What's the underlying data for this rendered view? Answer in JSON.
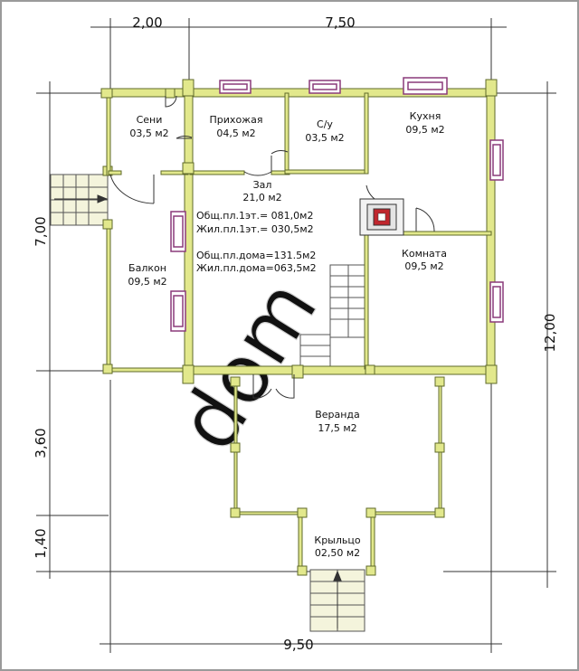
{
  "dimensions": {
    "top_left": "2,00",
    "top_right": "7,50",
    "left_top": "7,00",
    "left_mid": "3,60",
    "left_bottom": "1,40",
    "right": "12,00",
    "bottom": "9,50"
  },
  "rooms": {
    "seni": {
      "name": "Сени",
      "area": "03,5 м2"
    },
    "prihozhaya": {
      "name": "Прихожая",
      "area": "04,5 м2"
    },
    "su": {
      "name": "С/у",
      "area": "03,5 м2"
    },
    "kuhnya": {
      "name": "Кухня",
      "area": "09,5 м2"
    },
    "zal": {
      "name": "Зал",
      "area": "21,0 м2"
    },
    "komnata": {
      "name": "Комната",
      "area": "09,5 м2"
    },
    "balkon": {
      "name": "Балкон",
      "area": "09,5 м2"
    },
    "veranda": {
      "name": "Веранда",
      "area": "17,5 м2"
    },
    "krylco": {
      "name": "Крыльцо",
      "area": "02,50 м2"
    }
  },
  "stats": {
    "floor1_total": "Общ.пл.1эт.= 081,0м2",
    "floor1_living": "Жил.пл.1эт.= 030,5м2",
    "house_total": "Общ.пл.дома=131.5м2",
    "house_living": "Жил.пл.дома=063,5м2"
  },
  "colors": {
    "wall": "#e2e88c",
    "wall_edge": "#5f6a2a",
    "window": "#8a3a7a",
    "stove": "#c0262d",
    "dim_line": "#333333"
  }
}
